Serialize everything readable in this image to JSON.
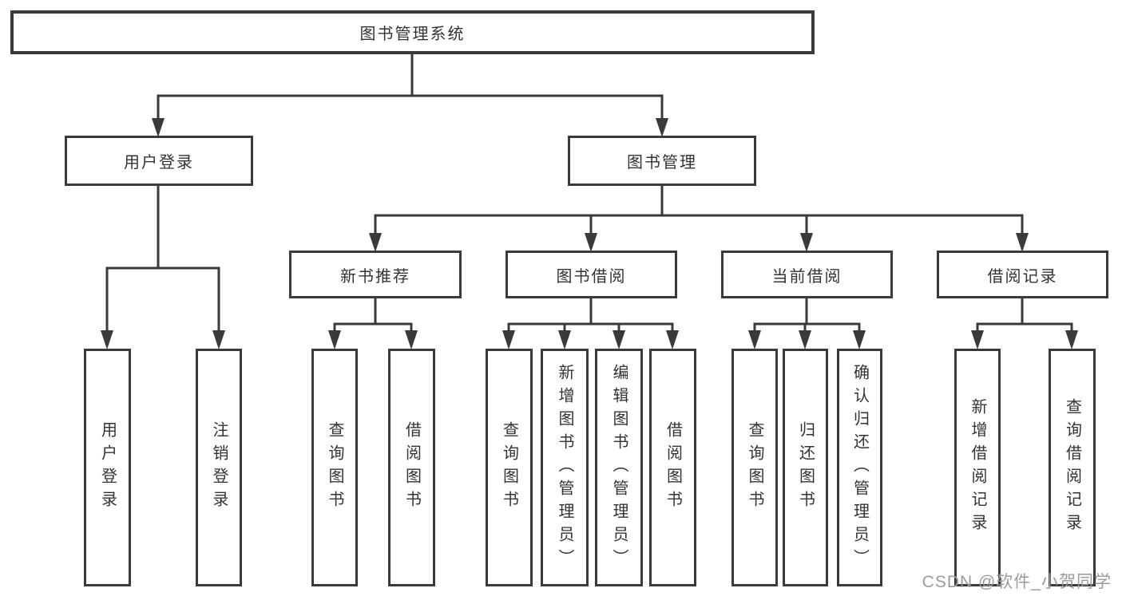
{
  "diagram": {
    "background": "#ffffff",
    "line_color": "#3a3a3a",
    "box_border_color": "#3a3a3a",
    "text_color": "#333333",
    "nodes": {
      "root": "图书管理系统",
      "user_login": "用户登录",
      "book_management": "图书管理",
      "new_book_recommend": "新书推荐",
      "book_borrow": "图书借阅",
      "current_borrow": "当前借阅",
      "borrow_records": "借阅记录",
      "leaf_user_login": "用户登录",
      "leaf_logout": "注销登录",
      "leaf_nbr_query_books": "查询图书",
      "leaf_nbr_borrow_books": "借阅图书",
      "leaf_bb_query_books": "查询图书",
      "leaf_bb_add_books": "新增图书（管理员）",
      "leaf_bb_edit_books": "编辑图书（管理员）",
      "leaf_bb_borrow_books": "借阅图书",
      "leaf_cb_query_books": "查询图书",
      "leaf_cb_return_books": "归还图书",
      "leaf_cb_confirm_return": "确认归还（管理员）",
      "leaf_br_add_record": "新增借阅记录",
      "leaf_br_query_record": "查询借阅记录"
    },
    "watermark": {
      "text": "CSDN @软件_小贺同学",
      "color": "#9b9b9b"
    }
  }
}
